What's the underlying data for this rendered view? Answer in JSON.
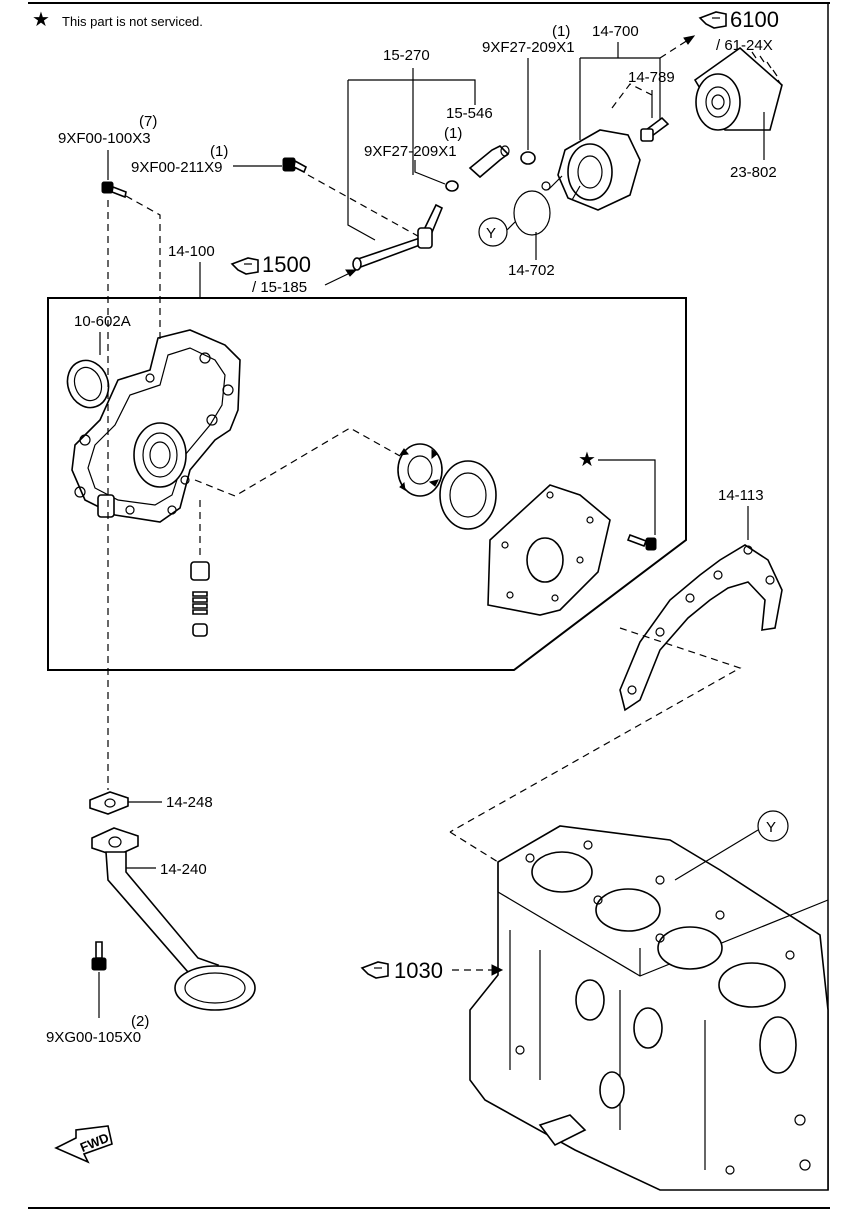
{
  "legend": {
    "star_symbol": "★",
    "note": "This part is not serviced."
  },
  "callouts": {
    "pump_assy": "14-100",
    "oil_seal": "10-602A",
    "bolt_7_qty": "(7)",
    "bolt_7": "9XF00-100X3",
    "bolt_1_qty": "(1)",
    "bolt_1": "9XF00-211X9",
    "pipe": "15-270",
    "hose": "15-546",
    "clamp_a_qty": "(1)",
    "clamp_a": "9XF27-209X1",
    "clamp_b_qty": "(1)",
    "clamp_b": "9XF27-209X1",
    "cooler": "14-700",
    "cooler_bolt": "14-789",
    "oring": "14-702",
    "filter": "23-802",
    "gasket": "14-113",
    "strainer_gasket": "14-248",
    "strainer": "14-240",
    "strainer_bolt_qty": "(2)",
    "strainer_bolt": "9XG00-105X0",
    "ref_y1": "Y",
    "ref_y2": "Y"
  },
  "references": {
    "ref_1500": "1500",
    "ref_1500_sub": "/ 15-185",
    "ref_6100": "6100",
    "ref_6100_sub": "/ 61-24X",
    "ref_1030": "1030"
  },
  "fwd_label": "FWD",
  "icons": [
    "star-icon",
    "pointing-hand-icon",
    "fwd-arrow-icon"
  ]
}
